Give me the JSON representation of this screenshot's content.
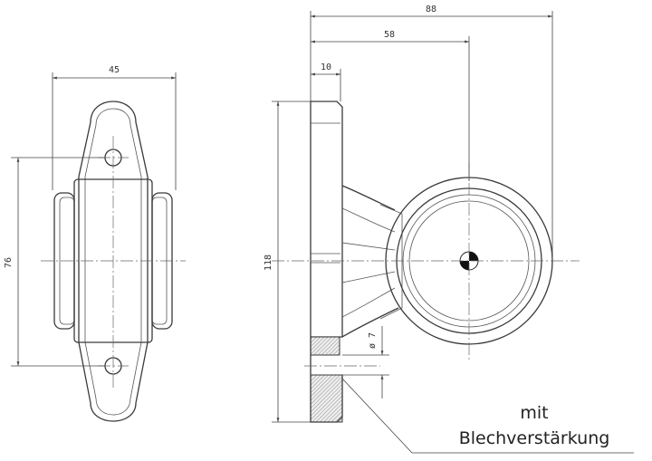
{
  "drawing": {
    "dimensions": {
      "width_front": "45",
      "hole_spacing": "76",
      "total_length": "88",
      "lens_center": "58",
      "base_thickness": "10",
      "height": "118",
      "hole_diameter": "ø 7"
    },
    "note": {
      "line1": "mit",
      "line2": "Blechverstärkung"
    },
    "colors": {
      "line": "#3a3a3a",
      "background": "#ffffff"
    }
  }
}
